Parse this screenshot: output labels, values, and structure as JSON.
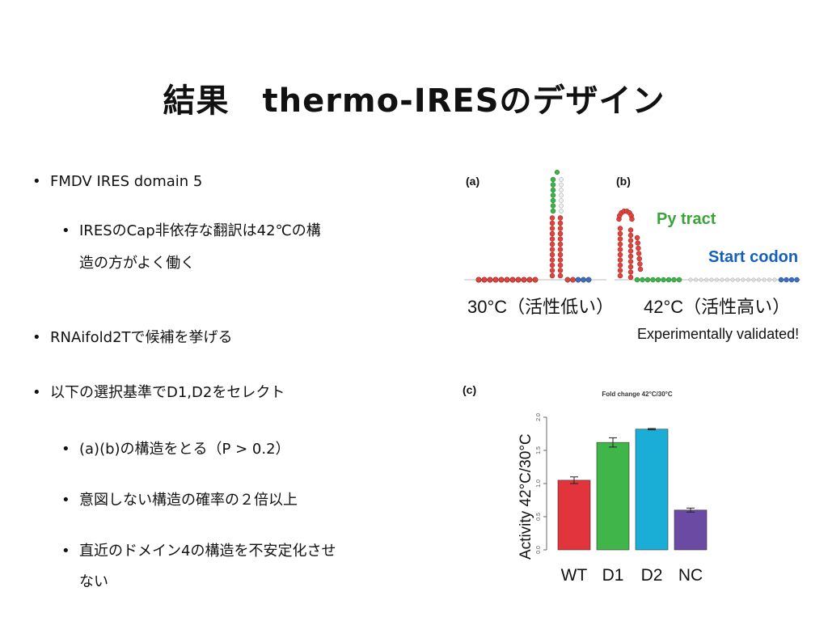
{
  "title": "結果　thermo-IRESのデザイン",
  "bullets": [
    {
      "text": "FMDV IRES domain 5"
    },
    {
      "text": "IRESのCap非依存な翻訳は42℃の構"
    },
    {
      "text": "造の方がよく働く"
    },
    {
      "text": "RNAifold2Tで候補を挙げる"
    },
    {
      "text": "以下の選択基準でD1,D2をセレクト"
    },
    {
      "text": "(a)(b)の構造をとる（P > 0.2）"
    },
    {
      "text": "意図しない構造の確率の２倍以上"
    },
    {
      "text": "直近のドメイン4の構造を不安定化させ"
    },
    {
      "text": "ない"
    }
  ],
  "bullet_glyph": "•",
  "figure_top": {
    "label_a": "(a)",
    "label_b": "(b)",
    "py_tract": "Py tract",
    "start_codon": "Start codon",
    "cap_a": "30°C（活性低い）",
    "cap_b": "42°C（活性高い）",
    "validated": "Experimentally validated!",
    "colors": {
      "red": "#e0443c",
      "green": "#3db34a",
      "blue": "#3a6fc0",
      "py_label": "#3aa43a",
      "start_label": "#1560bd"
    }
  },
  "figure_bottom": {
    "label_c": "(c)"
  },
  "chart_data": {
    "type": "bar",
    "title": "Fold change 42°C/30°C",
    "ylabel": "Activity 42°C/30°C",
    "categories": [
      "WT",
      "D1",
      "D2",
      "NC"
    ],
    "values": [
      1.05,
      1.62,
      1.82,
      0.6
    ],
    "errors": [
      0.05,
      0.07,
      0.01,
      0.03
    ],
    "colors": [
      "#e2343c",
      "#3fb54a",
      "#1aaed6",
      "#6a4aa3"
    ],
    "yticks": [
      "0.0",
      "0.5",
      "1.0",
      "1.5",
      "2.0"
    ],
    "ylim": [
      0,
      2.0
    ]
  }
}
